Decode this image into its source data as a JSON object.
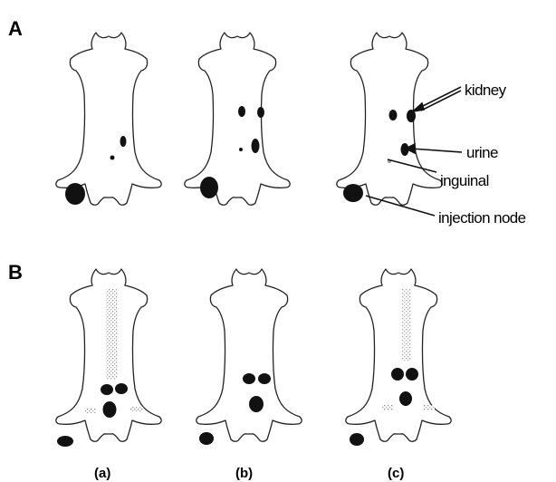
{
  "panels": {
    "top_letter": "A",
    "bottom_letter": "B"
  },
  "annotations": {
    "kidney": "kidney",
    "urine": "urine",
    "inguinal": "inguinal",
    "injection_node": "injection node"
  },
  "captions": [
    "(a)",
    "(b)",
    "(c)"
  ],
  "colors": {
    "ink": "#111111",
    "signal_light": "#8c8c8c"
  }
}
